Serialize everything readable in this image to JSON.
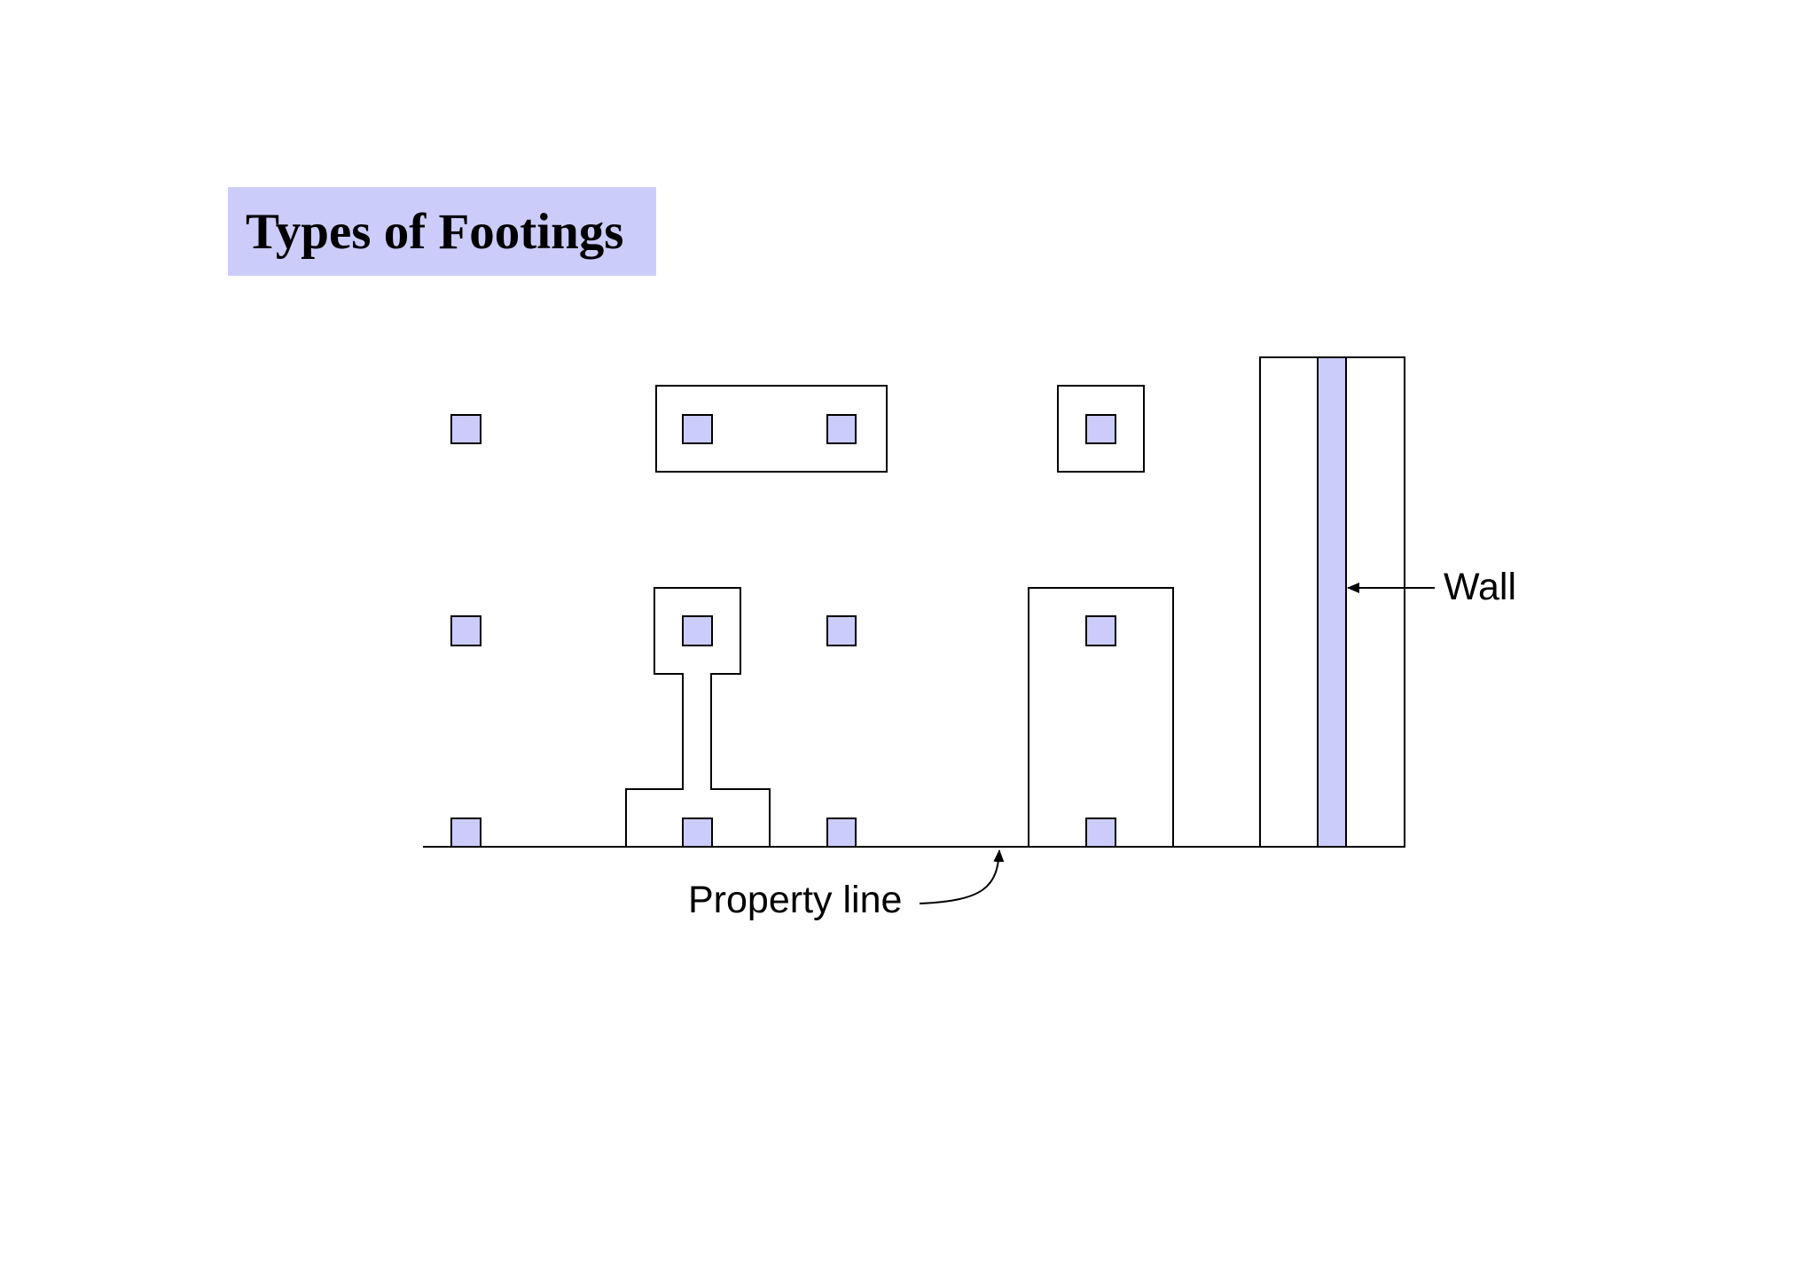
{
  "title": "Types of Footings",
  "labels": {
    "wall": "Wall",
    "property_line": "Property line"
  },
  "colors": {
    "column_fill": "#ccccfb",
    "title_background": "#ccccfb",
    "outline": "#000000"
  }
}
